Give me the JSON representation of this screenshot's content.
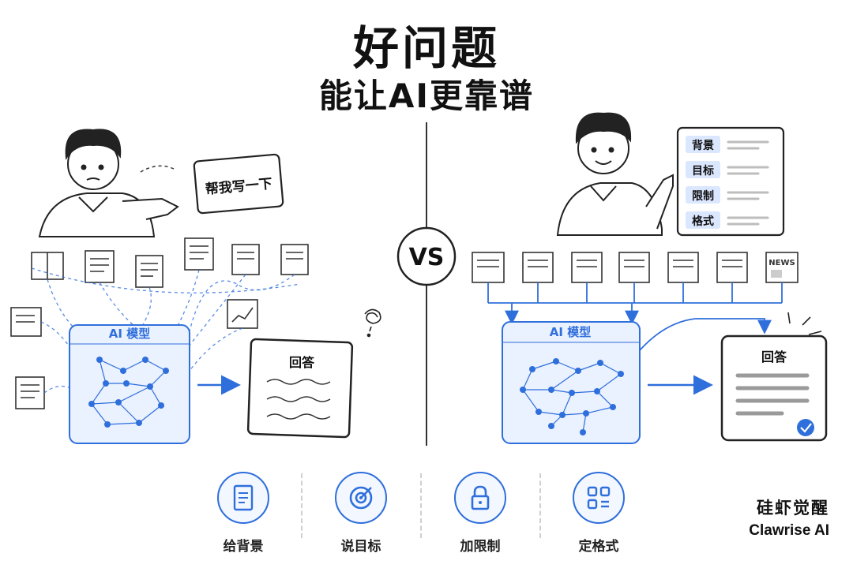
{
  "title": {
    "line1": "好问题",
    "line2": "能让AI更靠谱"
  },
  "left": {
    "bubble_text": "帮我写一下",
    "model_label": "AI 模型",
    "answer_label": "回答"
  },
  "center": {
    "vs_label": "VS"
  },
  "right": {
    "checklist": [
      "背景",
      "目标",
      "限制",
      "格式"
    ],
    "news_label": "NEWS",
    "model_label": "AI 模型",
    "answer_label": "回答"
  },
  "tips": [
    {
      "label": "给背景",
      "icon": "document-icon"
    },
    {
      "label": "说目标",
      "icon": "target-icon"
    },
    {
      "label": "加限制",
      "icon": "lock-icon"
    },
    {
      "label": "定格式",
      "icon": "layout-grid-icon"
    }
  ],
  "brand": {
    "cn": "硅虾觉醒",
    "en": "Clawrise AI"
  },
  "colors": {
    "accent": "#2f6fdc",
    "model_fill": "#eaf1ff",
    "line": "#222222"
  }
}
